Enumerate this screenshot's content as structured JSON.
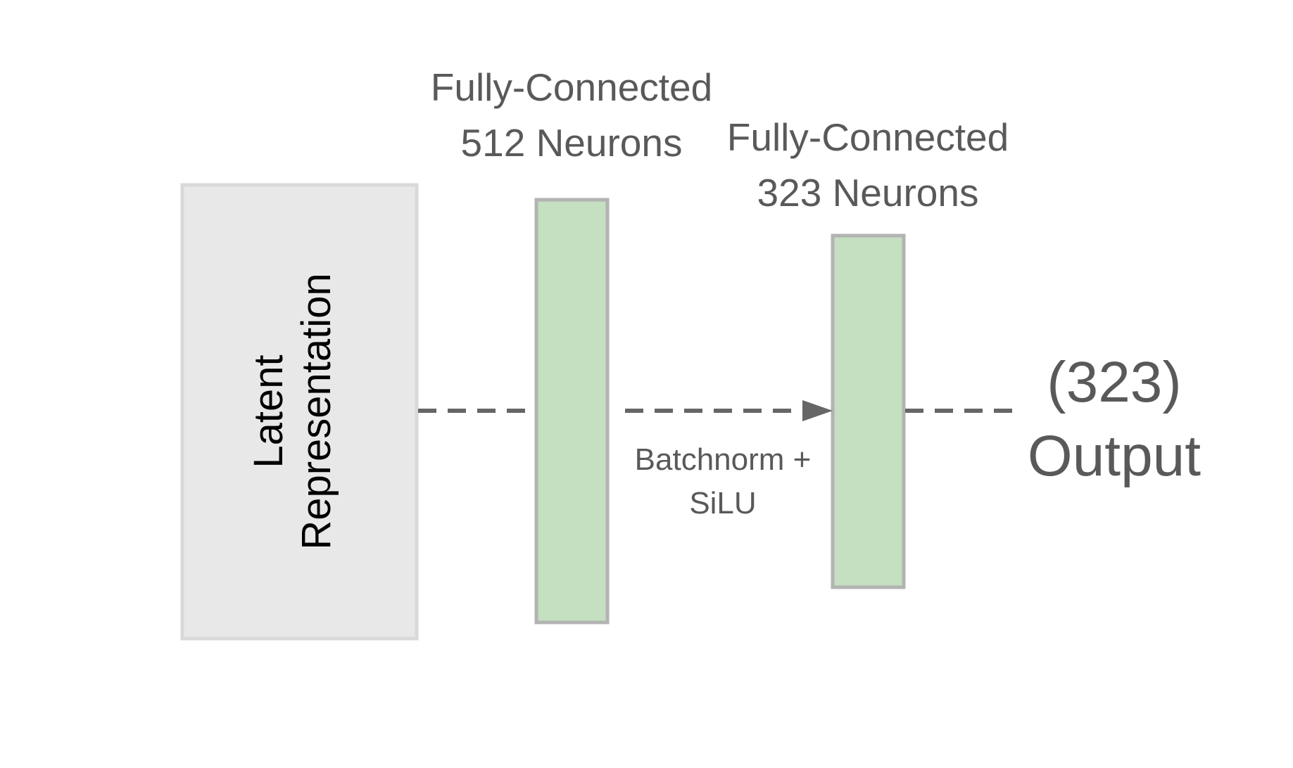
{
  "diagram": {
    "latent_block": {
      "line1": "Latent",
      "line2": "Representation"
    },
    "fc1": {
      "line1": "Fully-Connected",
      "line2": "512 Neurons"
    },
    "fc2": {
      "line1": "Fully-Connected",
      "line2": "323 Neurons"
    },
    "activation": {
      "line1": "Batchnorm +",
      "line2": "SiLU"
    },
    "output": {
      "line1": "(323)",
      "line2": "Output"
    }
  },
  "colors": {
    "latent_fill": "#e8e8e8",
    "latent_stroke": "#d9d9d9",
    "layer_fill": "#c5dfc1",
    "layer_stroke": "#b3b3b3",
    "connector": "#666666",
    "text": "#595959",
    "latent_text": "#000000"
  }
}
